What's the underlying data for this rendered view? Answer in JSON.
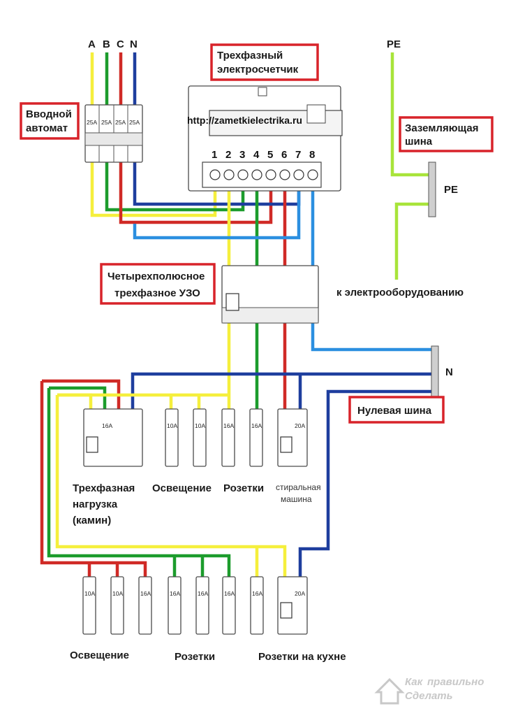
{
  "phases": {
    "a": "A",
    "b": "B",
    "c": "C",
    "n": "N",
    "pe": "PE"
  },
  "labels": {
    "meter_title": "Трехфазный электросчетчик",
    "meter_title_line1": "Трехфазный",
    "meter_title_line2": "электросчетчик",
    "main_breaker_line1": "Вводной",
    "main_breaker_line2": "автомат",
    "earth_bus_line1": "Заземляющая",
    "earth_bus_line2": "шина",
    "pe_bus_tag": "PE",
    "rcd_line1": "Четырехполюсное",
    "rcd_line2": "трехфазное УЗО",
    "to_equipment": "к электрооборудованию",
    "n_bus_tag": "N",
    "neutral_bus": "Нулевая шина",
    "meter_url": "http://zametkielectrika.ru",
    "meter_terminals": [
      "1",
      "2",
      "3",
      "4",
      "5",
      "6",
      "7",
      "8"
    ],
    "group_row1": {
      "three_phase_line1": "Трехфазная",
      "three_phase_line2": "нагрузка",
      "three_phase_line3": "(камин)",
      "lighting": "Освещение",
      "sockets": "Розетки",
      "washer_line1": "стиральная",
      "washer_line2": "машина"
    },
    "group_row2": {
      "lighting": "Освещение",
      "sockets": "Розетки",
      "kitchen": "Розетки на кухне"
    }
  },
  "ratings": {
    "main": [
      "25A",
      "25A",
      "25A",
      "25A"
    ],
    "row1": [
      "16A",
      "10A",
      "10A",
      "16A",
      "16A",
      "20A"
    ],
    "row2": [
      "10A",
      "10A",
      "16A",
      "16A",
      "16A",
      "16A",
      "16A",
      "20A"
    ]
  },
  "watermark": {
    "line1": "Как",
    "line2": "правильно",
    "line3": "Сделать"
  },
  "colors": {
    "phase_a": "#f5ef3c",
    "phase_b": "#1c9c2c",
    "phase_c": "#d02a26",
    "neutral": "#1e3e9e",
    "protective_earth": "#a8e43a",
    "neutral_tap": "#2b8fe0",
    "callout_border": "#d8232a"
  }
}
